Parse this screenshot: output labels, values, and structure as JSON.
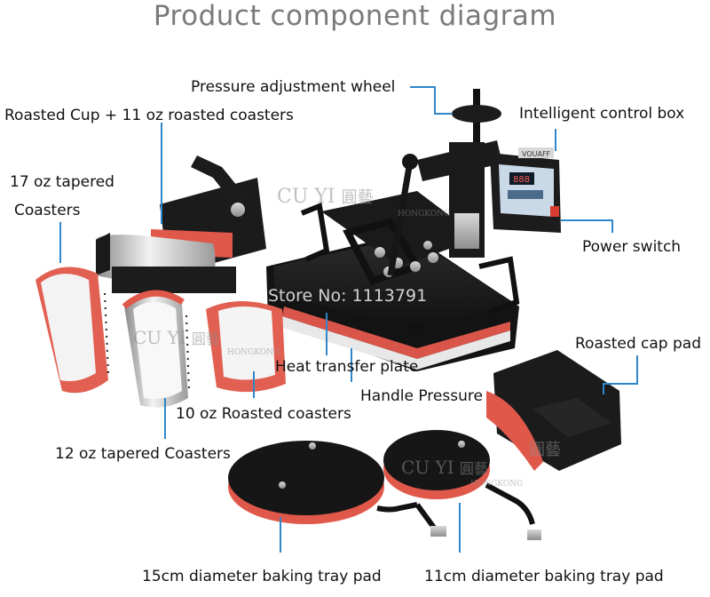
{
  "title": "Product component diagram",
  "store": "Store No: 1113791",
  "watermark": {
    "brand": "CU  YI",
    "sub": "HONGKONG",
    "mark": "圓藝"
  },
  "device_label": "VOUAFF",
  "display": "888",
  "labels": {
    "pressure_wheel": "Pressure adjustment wheel",
    "roasted_cup": "Roasted Cup + 11 oz roasted coasters",
    "control_box": "Intelligent control box",
    "tapered17_line1": "17 oz tapered",
    "tapered17_line2": "Coasters",
    "power_switch": "Power switch",
    "cap_pad": "Roasted cap pad",
    "heat_plate": "Heat transfer plate",
    "handle_pressure": "Handle Pressure",
    "roasted10": "10 oz Roasted coasters",
    "tapered12": "12 oz tapered Coasters",
    "tray15": "15cm diameter baking tray pad",
    "tray11": "11cm diameter baking tray pad"
  },
  "colors": {
    "leader": "#2f86c8",
    "rubber": "#e0584a",
    "body": "#1d1d1d",
    "title": "#7a7a7a"
  }
}
